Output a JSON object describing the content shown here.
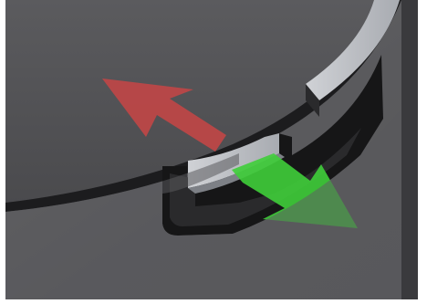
{
  "scene": {
    "kind": "3d-render",
    "background_color": "#5f5f62",
    "surface_color": "#48484b",
    "frame_color": "#ffffff",
    "light_part_color": "#b9bcc2",
    "edge_color": "#1b1b1d"
  },
  "arrows": [
    {
      "name": "red-arrow",
      "direction": "up-left",
      "color": "#c84545",
      "opacity": 0.85
    },
    {
      "name": "green-arrow",
      "direction": "down-right",
      "color": "#3fce3a",
      "opacity": 0.9
    }
  ]
}
